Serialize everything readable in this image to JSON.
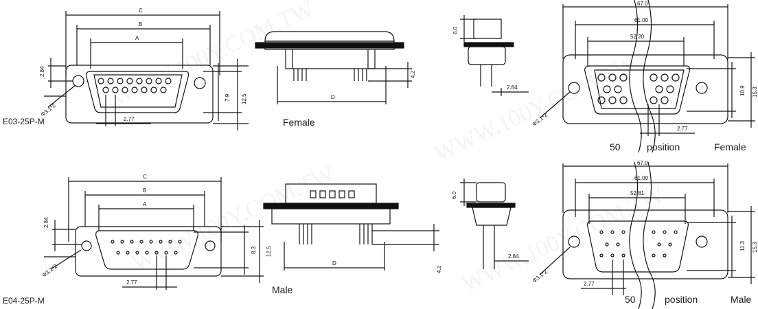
{
  "watermark": "WWW.100Y.COM.TW",
  "captions": {
    "model_top": "E03-25P-M",
    "model_bottom": "E04-25P-M",
    "type_top": "Female",
    "type_bottom": "Male",
    "right_top": {
      "count": "50",
      "word": "position",
      "type": "Female"
    },
    "right_bottom": {
      "count": "50",
      "word": "position",
      "type": "Male"
    }
  },
  "dims": {
    "c": "C",
    "b": "B",
    "a": "A",
    "d": "D",
    "height_2_84": "2.84",
    "hole": "Φ3.1*2",
    "pitch": "2.77",
    "female_inner_h": "7.9",
    "male_inner_h": "8.3",
    "outer_h": "12.5",
    "pin_len": "4.2",
    "side_h": "6.0",
    "side_w": "2.84",
    "w67": "67.0",
    "w61": "61.00",
    "w52_top": "52.20",
    "w52_bottom": "52.81",
    "h_right_top_inner": "10.9",
    "h_right_bottom_inner": "11.3",
    "h_right_outer": "15.3"
  }
}
